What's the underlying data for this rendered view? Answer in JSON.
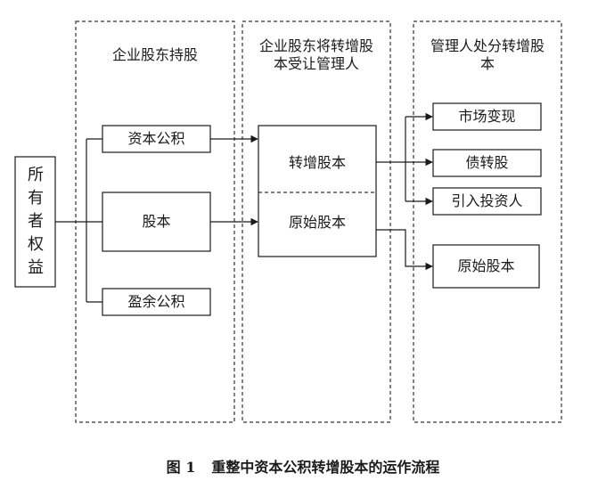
{
  "owner_equity_label": "所有者权益",
  "columns": [
    {
      "title": "企业股东持股",
      "items": [
        "资本公积",
        "股本",
        "盈余公积"
      ]
    },
    {
      "title": "企业股东将转增股本受让管理人",
      "items": [
        "转增股本",
        "原始股本"
      ]
    },
    {
      "title": "管理人处分转增股本",
      "items": [
        "市场变现",
        "债转股",
        "引入投资人",
        "原始股本"
      ]
    }
  ],
  "caption": {
    "figure_no": "图 1",
    "title": "重整中资本公积转增股本的运作流程"
  }
}
